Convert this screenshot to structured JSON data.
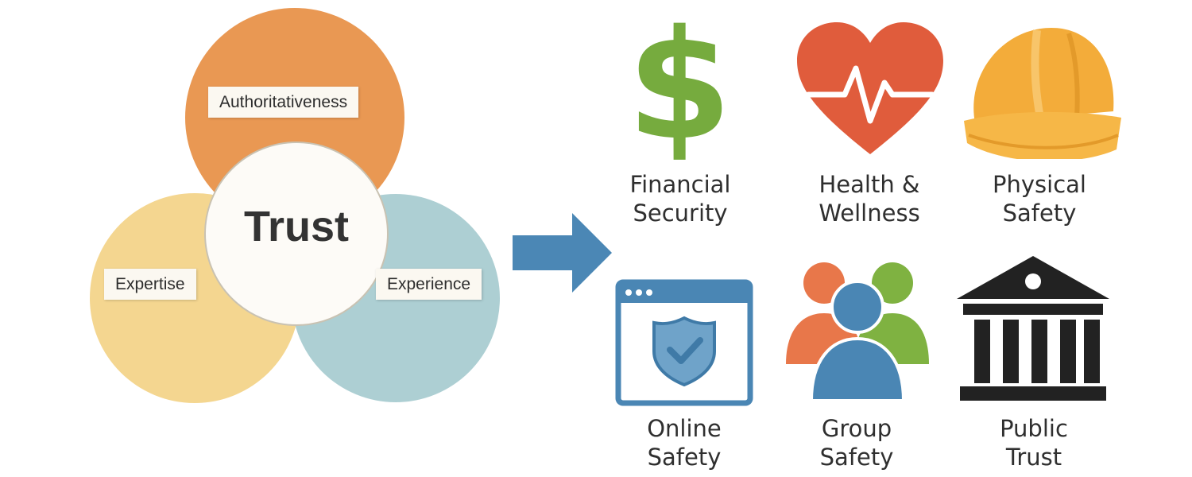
{
  "venn": {
    "top_label": "Authoritativeness",
    "left_label": "Expertise",
    "right_label": "Experience",
    "center_label": "Trust"
  },
  "categories": [
    {
      "line1": "Financial",
      "line2": "Security",
      "icon": "dollar-icon",
      "color": "#76ab3e"
    },
    {
      "line1": "Health &",
      "line2": "Wellness",
      "icon": "heart-pulse-icon",
      "color": "#e05c3c"
    },
    {
      "line1": "Physical",
      "line2": "Safety",
      "icon": "hard-hat-icon",
      "color": "#f3ac3a"
    },
    {
      "line1": "Online",
      "line2": "Safety",
      "icon": "browser-shield-icon",
      "color": "#4a86b4"
    },
    {
      "line1": "Group",
      "line2": "Safety",
      "icon": "people-group-icon",
      "color": "#4a86b4"
    },
    {
      "line1": "Public",
      "line2": "Trust",
      "icon": "bank-building-icon",
      "color": "#222222"
    }
  ],
  "icons": {
    "dollar_glyph": "$"
  },
  "colors": {
    "orange_circle": "#e8924a",
    "yellow_circle": "#f2cf7d",
    "teal_circle": "#9fc7cb",
    "arrow": "#4b87b5"
  }
}
